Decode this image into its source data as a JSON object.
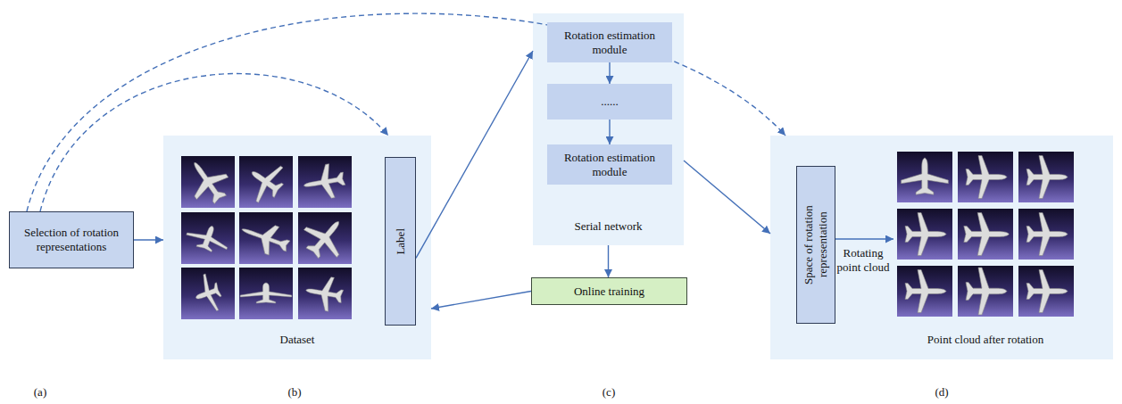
{
  "diagram": {
    "nodes": [
      {
        "text": [
          "Selection of rotation representations"
        ]
      },
      {
        "text": [
          "Dataset"
        ]
      },
      {
        "text": [
          "Label"
        ],
        "in": 1
      },
      {
        "text": [
          "Serial network"
        ]
      },
      {
        "text": [
          "Rotation estimation module"
        ],
        "in": 3
      },
      {
        "text": [
          "......"
        ],
        "in": 3
      },
      {
        "text": [
          "Rotation estimation module"
        ],
        "in": 3
      },
      {
        "text": [
          "Online training"
        ]
      },
      {
        "text": [
          "Point cloud after rotation"
        ]
      },
      {
        "text": [
          "Space of rotation representation"
        ],
        "in": 8
      }
    ],
    "edges": [
      {
        "from": 0,
        "to": 1,
        "arrow": "to"
      },
      {
        "from": 0,
        "to": 1,
        "arrow": "to"
      },
      {
        "from": 0,
        "to": 8,
        "arrow": "to"
      },
      {
        "from": 2,
        "to": 3,
        "arrow": "to"
      },
      {
        "from": 4,
        "to": 5,
        "arrow": "to"
      },
      {
        "from": 5,
        "to": 6,
        "arrow": "to"
      },
      {
        "from": 3,
        "to": 7,
        "arrow": "to"
      },
      {
        "from": 7,
        "to": 1,
        "arrow": "to"
      },
      {
        "from": 3,
        "to": 8,
        "arrow": "to"
      }
    ],
    "labels": [
      "(a)",
      "(b)",
      "(c)",
      "(d)",
      "Rotating point cloud"
    ]
  }
}
